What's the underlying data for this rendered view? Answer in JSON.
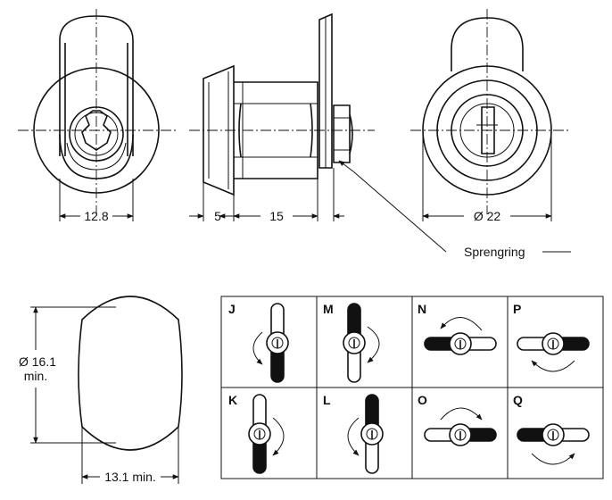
{
  "dimensions": {
    "front_width": "12.8",
    "flange_thickness": "5",
    "body_length": "15",
    "rear_diameter": "Ø 22",
    "cutout_height_line1": "Ø 16.1",
    "cutout_height_line2": "min.",
    "cutout_width": "13.1 min."
  },
  "callout": {
    "label": "Sprengring"
  },
  "rotation_options": [
    {
      "code": "J"
    },
    {
      "code": "M"
    },
    {
      "code": "N"
    },
    {
      "code": "P"
    },
    {
      "code": "K"
    },
    {
      "code": "L"
    },
    {
      "code": "O"
    },
    {
      "code": "Q"
    }
  ]
}
